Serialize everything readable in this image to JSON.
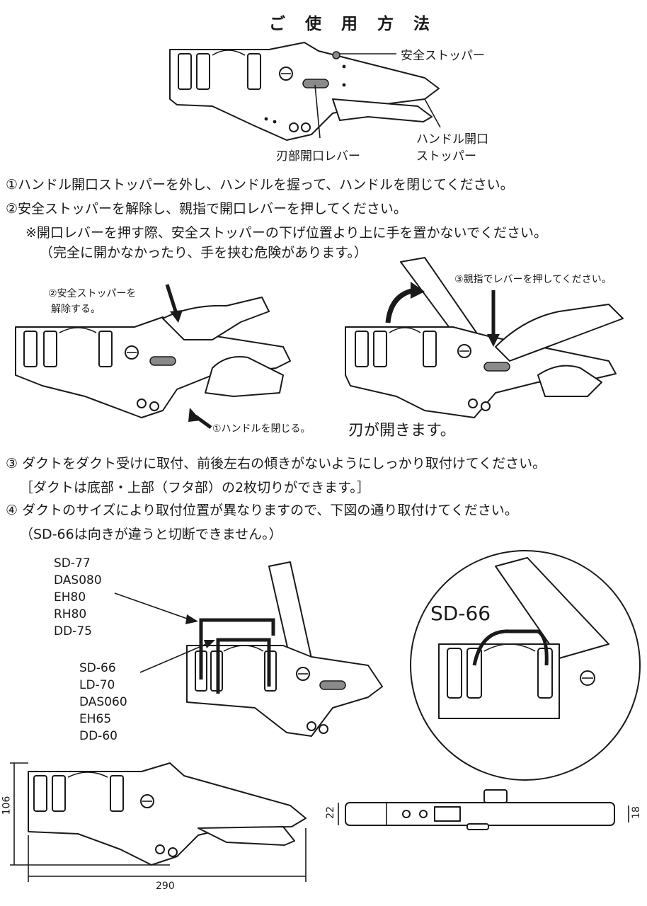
{
  "title": "ご 使 用 方 法",
  "top_diagram": {
    "safety_stopper": "安全ストッパー",
    "blade_lever": "刃部開口レバー",
    "handle_stopper_line1": "ハンドル開口",
    "handle_stopper_line2": "ストッパー"
  },
  "steps": {
    "step1": "①ハンドル開口ストッパーを外し、ハンドルを握って、ハンドルを閉じてください。",
    "step2": "②安全ストッパーを解除し、親指で開口レバーを押してください。",
    "note1": "※開口レバーを押す際、安全ストッパーの下げ位置より上に手を置かないでください。",
    "note2": "（完全に開かなかったり、手を挟む危険があります。）",
    "step3": "③ ダクトをダクト受けに取付、前後左右の傾きがないようにしっかり取付けてください。",
    "step3_note": "［ダクトは底部・上部（フタ部）の2枚切りができます。］",
    "step4": "④ ダクトのサイズにより取付位置が異なりますので、下図の通り取付けてください。",
    "step4_note": "（SD-66は向きが違うと切断できません。）"
  },
  "mid_left": {
    "callout2_line1": "②安全ストッパーを",
    "callout2_line2": "解除する。",
    "callout1": "①ハンドルを閉じる。"
  },
  "mid_right": {
    "callout3": "③親指でレバーを押してください。",
    "result": "刃が開きます。"
  },
  "mount_diagram": {
    "outer_group": [
      "SD-77",
      "DAS080",
      "EH80",
      "RH80",
      "DD-75"
    ],
    "inner_group": [
      "SD-66",
      "LD-70",
      "DAS060",
      "EH65",
      "DD-60"
    ],
    "zoom_label": "SD-66"
  },
  "dimensions": {
    "height": "106",
    "width": "290",
    "thickness_a": "22",
    "thickness_b": "18"
  }
}
